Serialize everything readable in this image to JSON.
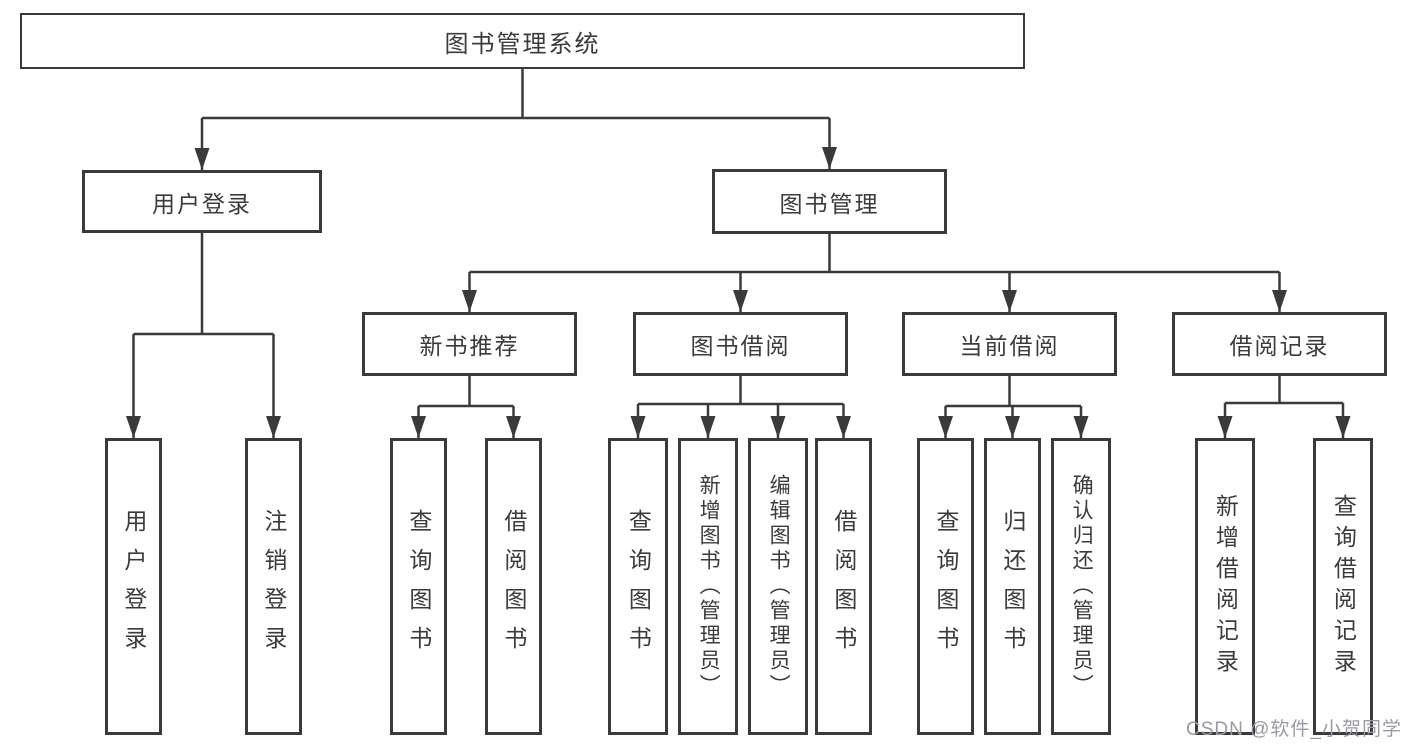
{
  "tree": {
    "root": {
      "label": "图书管理系统",
      "children": [
        {
          "label": "用户登录",
          "children": [
            {
              "label": "用户登录"
            },
            {
              "label": "注销登录"
            }
          ]
        },
        {
          "label": "图书管理",
          "children": [
            {
              "label": "新书推荐",
              "children": [
                {
                  "label": "查询图书"
                },
                {
                  "label": "借阅图书"
                }
              ]
            },
            {
              "label": "图书借阅",
              "children": [
                {
                  "label": "查询图书"
                },
                {
                  "label": "新增图书（管理员）"
                },
                {
                  "label": "编辑图书（管理员）"
                },
                {
                  "label": "借阅图书"
                }
              ]
            },
            {
              "label": "当前借阅",
              "children": [
                {
                  "label": "查询图书"
                },
                {
                  "label": "归还图书"
                },
                {
                  "label": "确认归还（管理员）"
                }
              ]
            },
            {
              "label": "借阅记录",
              "children": [
                {
                  "label": "新增借阅记录"
                },
                {
                  "label": "查询借阅记录"
                }
              ]
            }
          ]
        }
      ]
    }
  },
  "watermark": {
    "text": "CSDN @软件_小贺同学"
  },
  "colors": {
    "line": "#3a3a3a",
    "box_border": "#3a3a3a",
    "text": "#3b3b3b",
    "background": "#ffffff",
    "watermark": "#9a9aa2"
  }
}
